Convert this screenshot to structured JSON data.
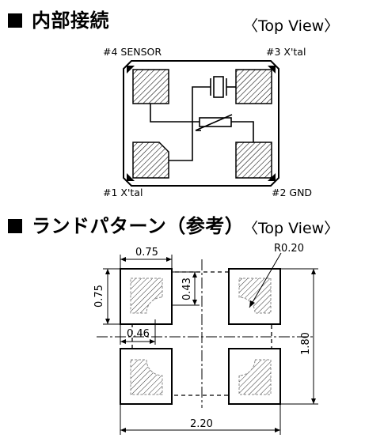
{
  "section1": {
    "title": "内部接続",
    "view": "〈Top View〉",
    "pins": {
      "p4": "#4 SENSOR",
      "p3": "#3 X'tal",
      "p1": "#1 X'tal",
      "p2": "#2 GND"
    }
  },
  "section2": {
    "title": "ランドパターン（参考）",
    "view": "〈Top View〉",
    "dims": {
      "pad_w": "0.75",
      "pad_h": "0.75",
      "inner_h": "0.43",
      "radius": "R0.20",
      "inner_w": "0.46",
      "total_h": "1.80",
      "total_w": "2.20"
    }
  }
}
